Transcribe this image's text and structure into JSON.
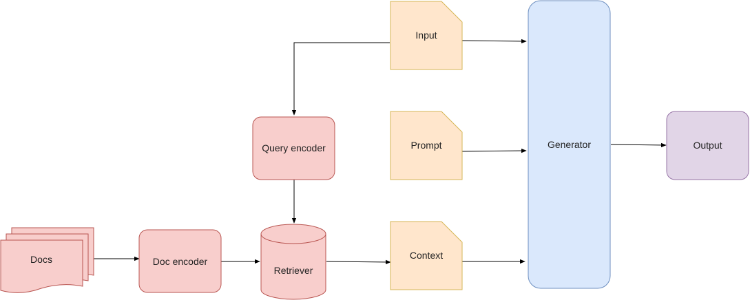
{
  "diagram": {
    "nodes": {
      "input": {
        "label": "Input"
      },
      "prompt": {
        "label": "Prompt"
      },
      "context": {
        "label": "Context"
      },
      "query_encoder": {
        "label": "Query encoder"
      },
      "docs": {
        "label": "Docs"
      },
      "doc_encoder": {
        "label": "Doc encoder"
      },
      "retriever": {
        "label": "Retriever"
      },
      "generator": {
        "label": "Generator"
      },
      "output": {
        "label": "Output"
      }
    }
  },
  "colors": {
    "red_fill": "#f8cecc",
    "red_stroke": "#b85450",
    "orange_fill": "#ffe6cc",
    "orange_stroke": "#d6b656",
    "blue_fill": "#dae8fc",
    "blue_stroke": "#6c8ebf",
    "purple_fill": "#e1d5e7",
    "purple_stroke": "#9673a6",
    "edge": "#000000"
  }
}
